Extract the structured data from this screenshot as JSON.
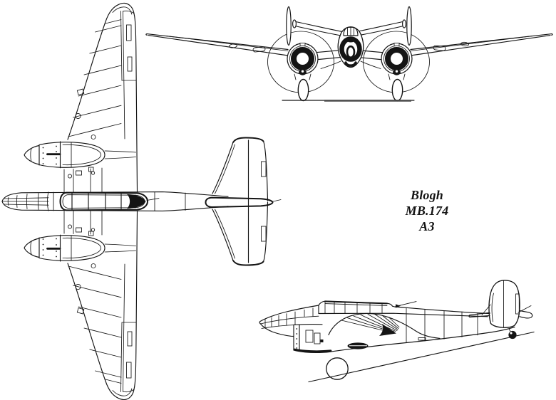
{
  "canvas": {
    "background": "#ffffff",
    "ink": "#141414"
  },
  "label": {
    "line1": "Blogh",
    "line2": "MB.174",
    "line3": "A3"
  }
}
